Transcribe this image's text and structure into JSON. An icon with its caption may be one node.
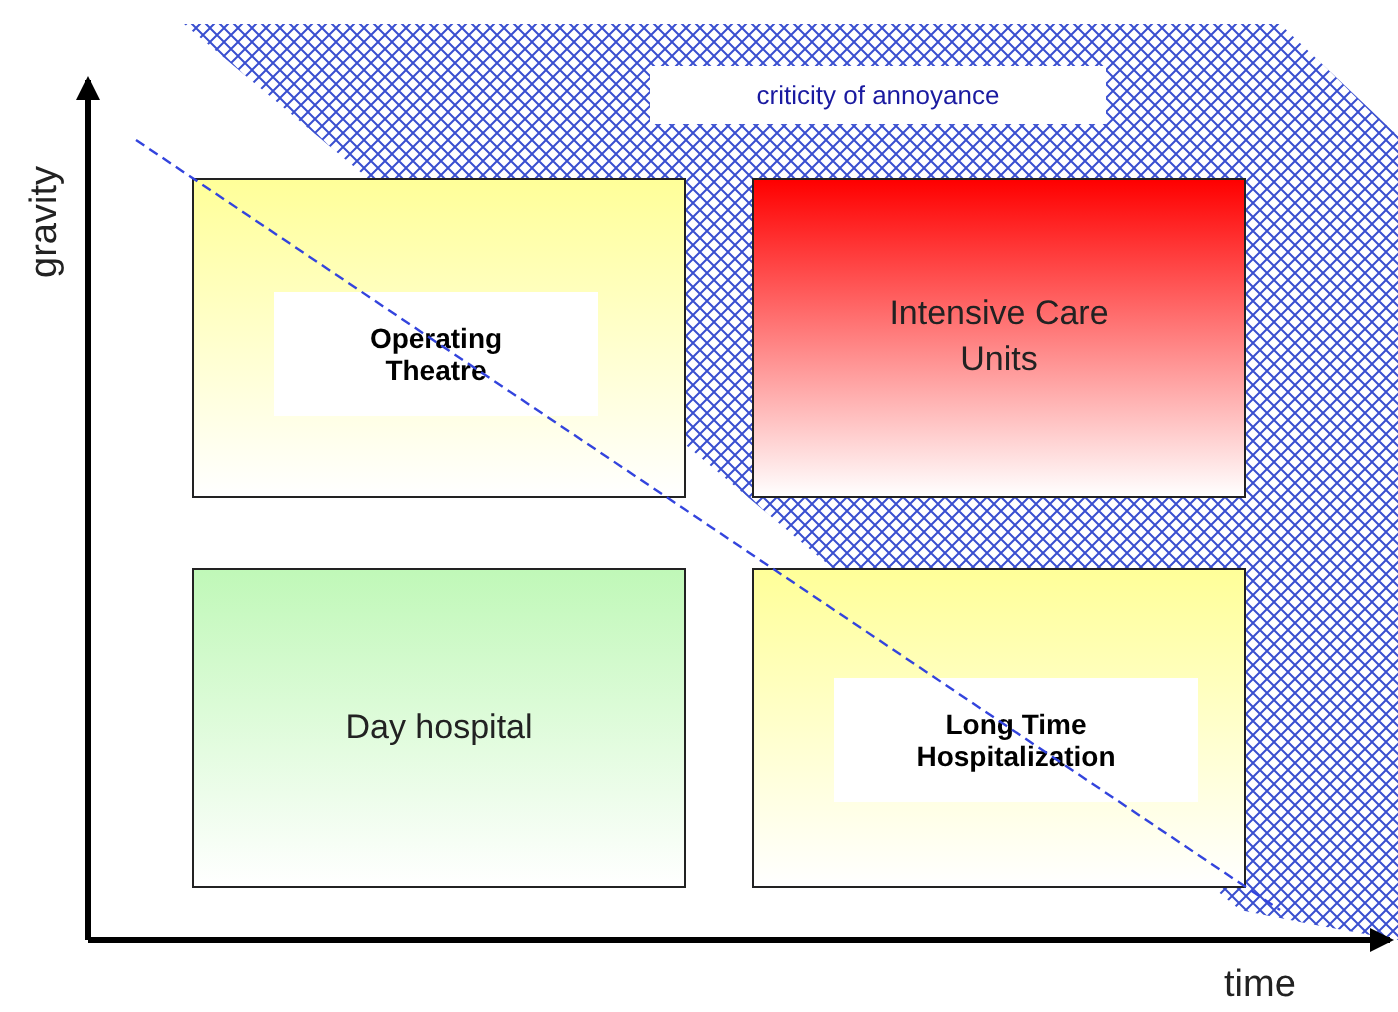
{
  "diagram": {
    "nodes": [
      {
        "text": [
          "Operating Theatre"
        ]
      },
      {
        "text": [
          "Intensive Care Units"
        ]
      },
      {
        "text": [
          "Day hospital"
        ]
      },
      {
        "text": [
          "Long Time Hospitalization"
        ]
      },
      {
        "text": [
          "criticity of annoyance"
        ]
      }
    ],
    "labels": [
      "gravity",
      "time"
    ]
  }
}
